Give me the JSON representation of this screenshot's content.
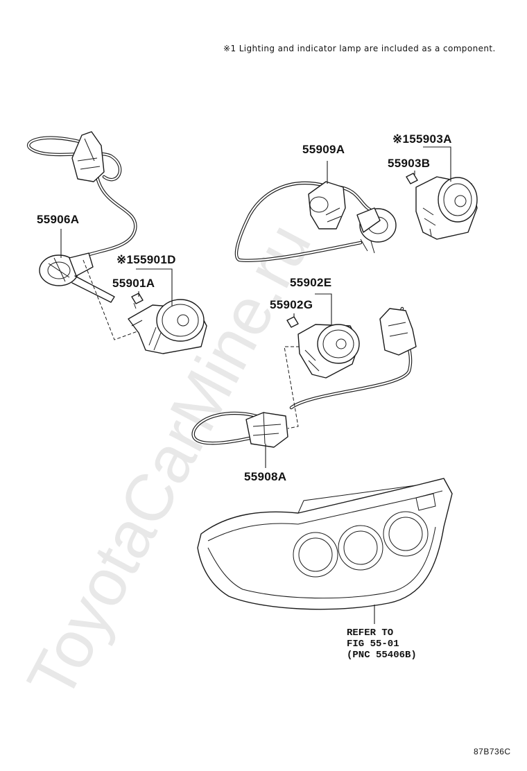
{
  "note": "※1 Lighting and indicator lamp are included as a component.",
  "watermark": "ToyotaCarMine.ru",
  "figure_code": "87B736C",
  "parts": {
    "p55906A": "55906A",
    "p55901D": "※155901D",
    "p55901A": "55901A",
    "p55909A": "55909A",
    "p55903A": "※155903A",
    "p55903B": "55903B",
    "p55902E": "55902E",
    "p55902G": "55902G",
    "p55908A": "55908A"
  },
  "refer": {
    "line1": "REFER TO",
    "line2": "FIG 55-01",
    "line3": "(PNC 55406B)"
  },
  "colors": {
    "ink": "#1a1a1a",
    "watermark": "#e6e6e6",
    "background": "#ffffff"
  }
}
